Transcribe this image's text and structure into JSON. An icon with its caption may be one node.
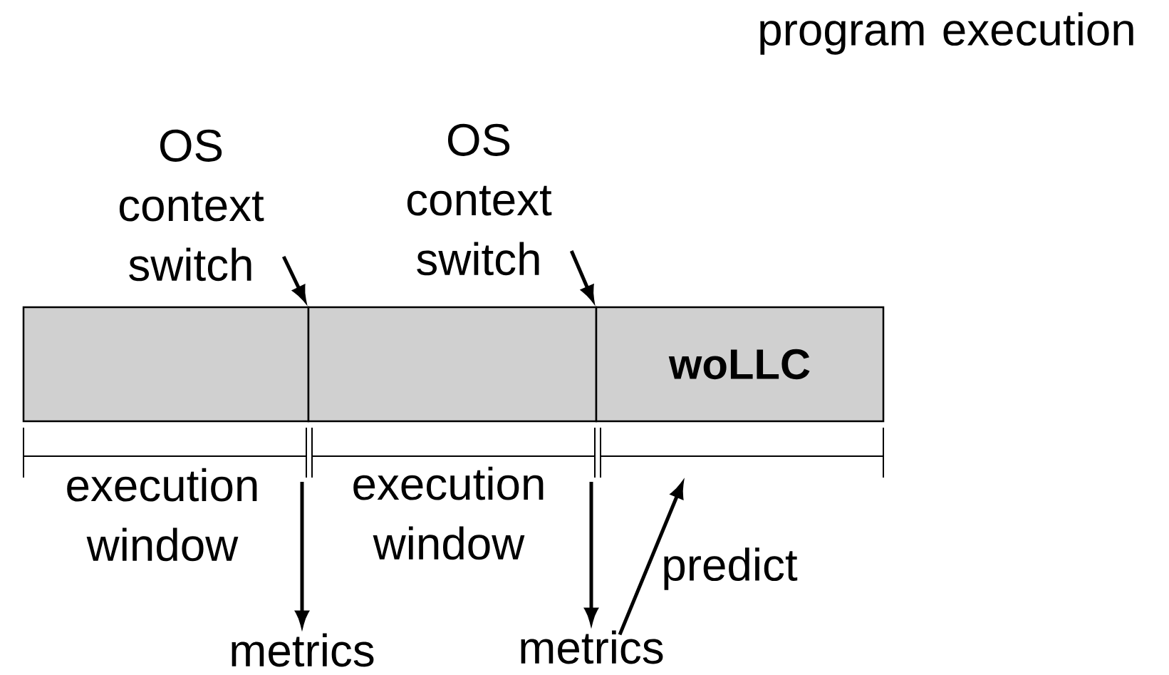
{
  "diagram": {
    "nodes": [
      {
        "text": [],
        "shape": "box"
      },
      {
        "text": [],
        "shape": "box"
      },
      {
        "text": [
          "woLLC"
        ]
      },
      {
        "text": [
          "OS context switch"
        ]
      },
      {
        "text": [
          "OS context switch"
        ]
      },
      {
        "text": [
          "metrics"
        ]
      },
      {
        "text": [
          "metrics"
        ]
      }
    ],
    "edges": [
      {
        "from": 3,
        "to": 1,
        "arrow": "to"
      },
      {
        "from": 4,
        "to": 2,
        "arrow": "to"
      },
      {
        "from": null,
        "to": 5,
        "arrow": "to"
      },
      {
        "from": null,
        "to": 6,
        "arrow": "to"
      },
      {
        "from": 6,
        "to": null,
        "arrow": "to",
        "label": "predict"
      }
    ],
    "labels": [
      "program execution",
      "execution window",
      "execution window"
    ]
  }
}
